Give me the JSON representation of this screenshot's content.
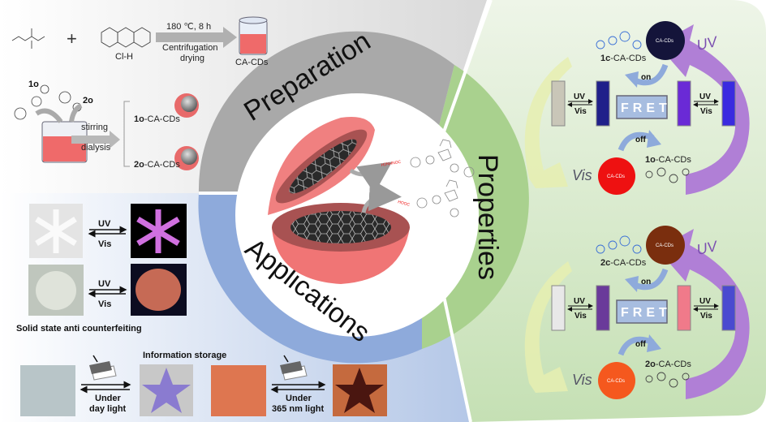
{
  "preparation": {
    "title": "Preparation",
    "reaction_conditions": "180 ℃,  8 h",
    "reaction_step1": "Centrifugation",
    "reaction_step2": "drying",
    "product_label": "CA-CDs",
    "reagent_note": "Cl-H",
    "compound_1o": "1o",
    "compound_2o": "2o",
    "step_stirring": "stirring",
    "step_dialysis": "dialysis",
    "product_1o_prefix": "1o",
    "product_1o_suffix": "-CA-CDs",
    "product_2o_prefix": "2o",
    "product_2o_suffix": "-CA-CDs"
  },
  "applications": {
    "title": "Applications",
    "uv_label": "UV",
    "vis_label": "Vis",
    "anti_counterfeiting_caption": "Solid state anti counterfeiting",
    "info_storage_title": "Information storage",
    "under_label": "Under",
    "day_light_label": "day light",
    "nm_light_label": "365 nm light"
  },
  "properties": {
    "title": "Properties",
    "top": {
      "closed_prefix": "1c",
      "closed_suffix": "-CA-CDs",
      "open_prefix": "1o",
      "open_suffix": "-CA-CDs",
      "cd_label": "CA-CDs",
      "on_label": "on",
      "off_label": "off",
      "fret_label": "FRET",
      "uv_label": "UV",
      "vis_label": "Vis",
      "big_uv": "UV",
      "big_vis": "Vis"
    },
    "bottom": {
      "closed_prefix": "2c",
      "closed_suffix": "-CA-CDs",
      "open_prefix": "2o",
      "open_suffix": "-CA-CDs",
      "cd_label": "CA-CDs",
      "on_label": "on",
      "off_label": "off",
      "fret_label": "FRET",
      "uv_label": "UV",
      "vis_label": "Vis",
      "big_uv": "UV",
      "big_vis": "Vis"
    }
  },
  "center": {
    "top_link_label": "H2NHNOC",
    "bottom_link_label": "HOOC"
  },
  "colors": {
    "preparation_ring": "#a9a9a9",
    "applications_ring": "#8eaadb",
    "properties_ring": "#a9d18e",
    "hemisphere": "#f08080",
    "cd_dark": "#14143a",
    "cd_red": "#ee1111",
    "cd_brown": "#7a2e0e",
    "cd_orange": "#f5581e",
    "uv_arrow": "#b07fd6",
    "vis_arrow": "#e6efb0",
    "fret_box": "#a7bde0"
  }
}
